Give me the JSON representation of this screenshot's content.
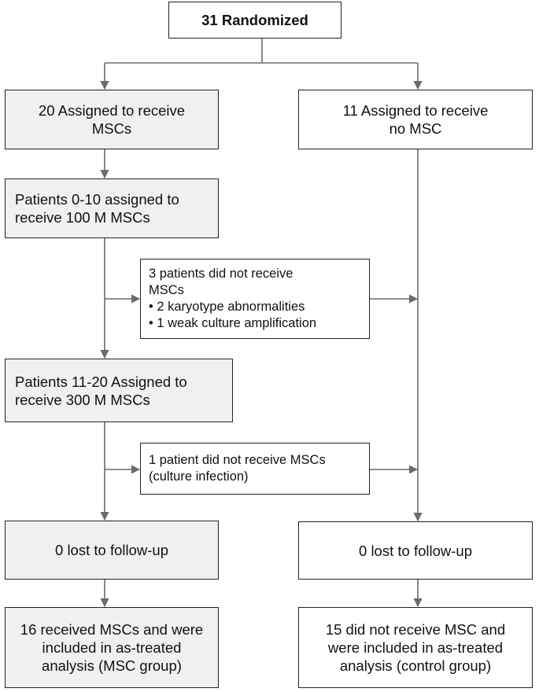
{
  "colors": {
    "line": "#6b6b6b",
    "border": "#222222",
    "gray_fill": "#f0f0f0"
  },
  "randomized": "31 Randomized",
  "left_branch": {
    "assigned": [
      "20 Assigned to receive",
      "MSCs"
    ],
    "cohort1": [
      "Patients 0-10 assigned to",
      "receive 100 M MSCs"
    ],
    "cohort2": [
      "Patients 11-20 Assigned to",
      "receive 300 M MSCs"
    ],
    "lost": "0 lost to follow-up",
    "final": [
      "16 received MSCs and were",
      "included in as-treated",
      "analysis (MSC group)"
    ]
  },
  "right_branch": {
    "assigned": [
      "11 Assigned to receive",
      "no MSC"
    ],
    "lost": "0 lost to follow-up",
    "final": [
      "15 did not receive MSC and",
      "were included in as-treated",
      "analysis (control group)"
    ]
  },
  "exclusion1": {
    "lines": [
      "3 patients did not receive",
      "MSCs",
      "• 2 karyotype abnormalities",
      "• 1 weak culture amplification"
    ]
  },
  "exclusion2": {
    "lines": [
      "1 patient did not receive MSCs",
      "(culture infection)"
    ]
  }
}
